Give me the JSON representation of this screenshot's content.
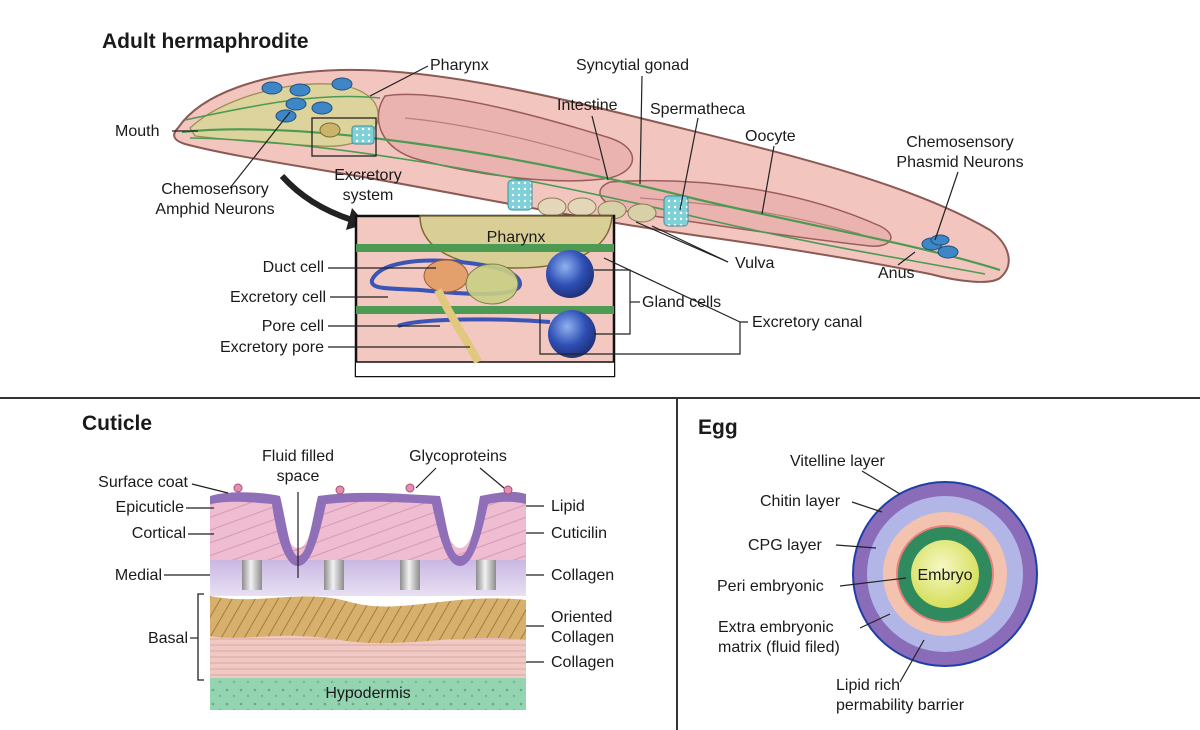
{
  "panels": {
    "adult": {
      "title": "Adult hermaphrodite",
      "labels": {
        "pharynx": "Pharynx",
        "syncytial_gonad": "Syncytial gonad",
        "intestine": "Intestine",
        "spermatheca": "Spermatheca",
        "oocyte": "Oocyte",
        "mouth": "Mouth",
        "amphid_line1": "Chemosensory",
        "amphid_line2": "Amphid Neurons",
        "phasmid_line1": "Chemosensory",
        "phasmid_line2": "Phasmid Neurons",
        "excretory_line1": "Excretory",
        "excretory_line2": "system",
        "vulva": "Vulva",
        "anus": "Anus"
      },
      "inset": {
        "pharynx": "Pharynx",
        "duct_cell": "Duct cell",
        "excretory_cell": "Excretory cell",
        "pore_cell": "Pore cell",
        "excretory_pore": "Excretory pore",
        "gland_cells": "Gland cells",
        "excretory_canal": "Excretory canal"
      }
    },
    "cuticle": {
      "title": "Cuticle",
      "labels": {
        "surface_coat": "Surface coat",
        "epicuticle": "Epicuticle",
        "cortical": "Cortical",
        "medial": "Medial",
        "basal": "Basal",
        "fluid_line1": "Fluid filled",
        "fluid_line2": "space",
        "glycoproteins": "Glycoproteins",
        "lipid": "Lipid",
        "cuticilin": "Cuticilin",
        "collagen_1": "Collagen",
        "oriented_line1": "Oriented",
        "oriented_line2": "Collagen",
        "collagen_2": "Collagen",
        "hypodermis": "Hypodermis"
      }
    },
    "egg": {
      "title": "Egg",
      "labels": {
        "vitelline": "Vitelline layer",
        "chitin": "Chitin layer",
        "cpg": "CPG layer",
        "peri": "Peri embryonic",
        "extra_line1": "Extra embryonic",
        "extra_line2": "matrix (fluid filed)",
        "lipid_line1": "Lipid rich",
        "lipid_line2": "permability barrier",
        "embryo": "Embryo"
      }
    }
  },
  "colors": {
    "body_pink": "#f2c6bf",
    "body_outline": "#8b5a55",
    "intestine": "#eab3b0",
    "pharynx": "#d9cf96",
    "neuron_blue": "#3f86c6",
    "nerve_green": "#4c9a53",
    "gland_blue": "#2f4fb5",
    "cuticle_pink": "#e9b4cb",
    "cuticle_purple": "#8f6fb8",
    "basal_gold": "#c9a05e",
    "hypodermis_green": "#8fd1ad",
    "egg_outer": "#8a6cb8",
    "egg_blue": "#b1b6e6",
    "egg_peach": "#f3c3b0",
    "egg_green": "#2f8a5d",
    "embryo_yellow": "#e4ea7c"
  }
}
